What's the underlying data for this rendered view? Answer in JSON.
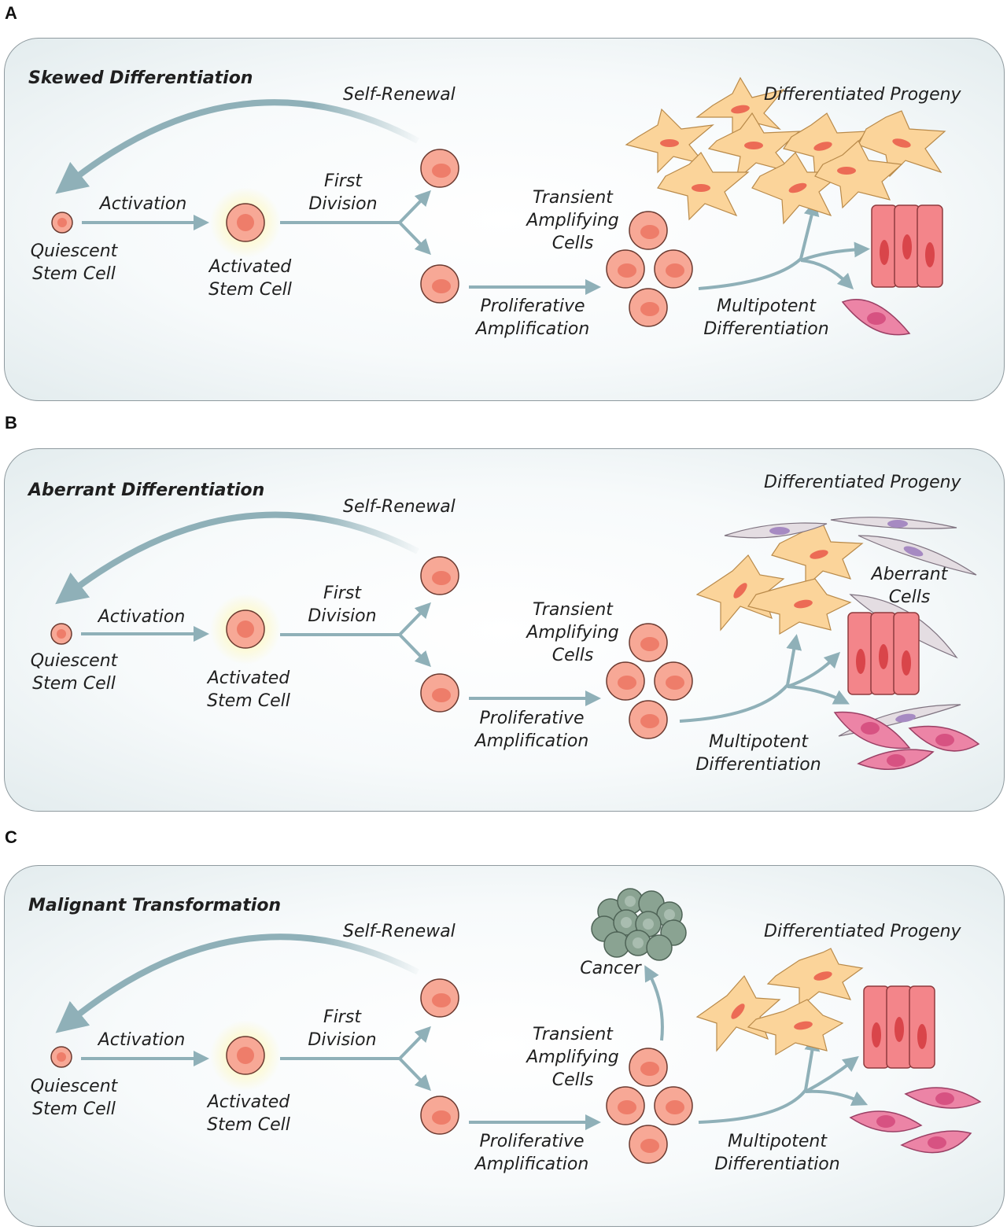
{
  "panels": [
    {
      "letter": "A",
      "title": "Skewed Differentiation",
      "labels": {
        "self_renewal": "Self-Renewal",
        "activation": "Activation",
        "quiescent": [
          "Quiescent",
          "Stem Cell"
        ],
        "activated": [
          "Activated",
          "Stem Cell"
        ],
        "first_division": [
          "First",
          "Division"
        ],
        "transient": [
          "Transient",
          "Amplifying",
          "Cells"
        ],
        "proliferative": [
          "Proliferative",
          "Amplification"
        ],
        "multipotent": [
          "Multipotent",
          "Differentiation"
        ],
        "progeny": "Differentiated Progeny"
      }
    },
    {
      "letter": "B",
      "title": "Aberrant Differentiation",
      "labels": {
        "self_renewal": "Self-Renewal",
        "activation": "Activation",
        "quiescent": [
          "Quiescent",
          "Stem Cell"
        ],
        "activated": [
          "Activated",
          "Stem Cell"
        ],
        "first_division": [
          "First",
          "Division"
        ],
        "transient": [
          "Transient",
          "Amplifying",
          "Cells"
        ],
        "proliferative": [
          "Proliferative",
          "Amplification"
        ],
        "multipotent": [
          "Multipotent",
          "Differentiation"
        ],
        "progeny": "Differentiated Progeny",
        "aberrant": [
          "Aberrant",
          "Cells"
        ]
      }
    },
    {
      "letter": "C",
      "title": "Malignant Transformation",
      "labels": {
        "self_renewal": "Self-Renewal",
        "activation": "Activation",
        "quiescent": [
          "Quiescent",
          "Stem Cell"
        ],
        "activated": [
          "Activated",
          "Stem Cell"
        ],
        "first_division": [
          "First",
          "Division"
        ],
        "transient": [
          "Transient",
          "Amplifying",
          "Cells"
        ],
        "proliferative": [
          "Proliferative",
          "Amplification"
        ],
        "multipotent": [
          "Multipotent",
          "Differentiation"
        ],
        "progeny": "Differentiated Progeny",
        "cancer": "Cancer"
      }
    }
  ],
  "colors": {
    "arrow": "#8fb0b8",
    "cell_fill": "#f7a896",
    "cell_nucleus": "#ee7d6a",
    "cell_outline": "#6b3a30",
    "stellate_fill": "#fbd49a",
    "stellate_nucleus": "#ec6b55",
    "columnar_fill": "#f3858a",
    "columnar_nucleus": "#d9454a",
    "fusiform_fill": "#ec84a6",
    "fusiform_nucleus": "#d75282",
    "aberrant_fill": "#e4dde2",
    "aberrant_nucleus": "#a68ac2",
    "cancer_fill": "#8aa392",
    "glow": "#fff3a0"
  }
}
